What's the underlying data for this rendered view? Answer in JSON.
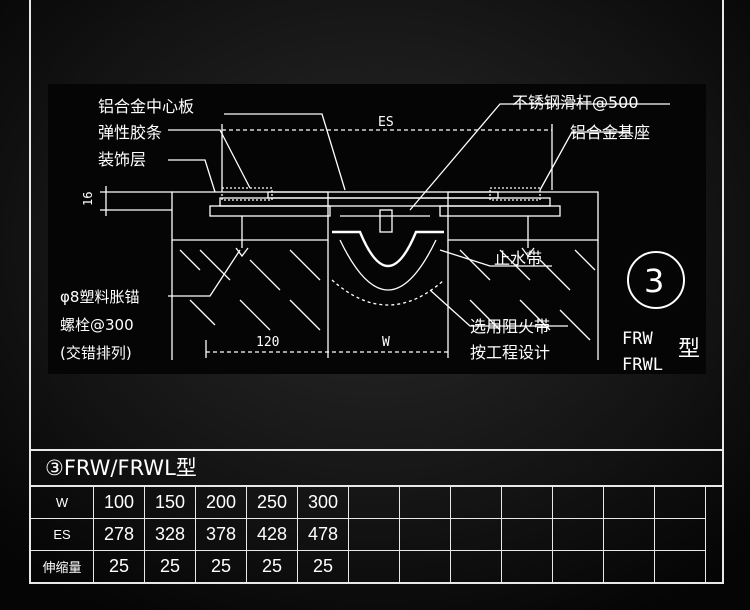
{
  "diagram": {
    "labels": {
      "center_plate": "铝合金中心板",
      "elastic_strip": "弹性胶条",
      "decor_layer": "装饰层",
      "slide_bar": "不锈钢滑杆@500",
      "base_seat": "铝合金基座",
      "water_stop": "止水带",
      "anchor_1": "φ8塑料胀锚",
      "anchor_2": "螺栓@300",
      "anchor_3": "(交错排列)",
      "fire_1": "选用阻火带",
      "fire_2": "按工程设计",
      "dim_es": "ES",
      "dim_16": "16",
      "dim_120": "120",
      "dim_w": "W",
      "type_number": "3",
      "type_line1": "FRW",
      "type_line2": "FRWL",
      "type_suffix": "型"
    }
  },
  "spec_table": {
    "title": "③FRW/FRWL型",
    "rows": [
      {
        "header": "W",
        "values": [
          "100",
          "150",
          "200",
          "250",
          "300"
        ]
      },
      {
        "header": "ES",
        "values": [
          "278",
          "328",
          "378",
          "428",
          "478"
        ]
      },
      {
        "header": "伸缩量",
        "values": [
          "25",
          "25",
          "25",
          "25",
          "25"
        ]
      }
    ]
  }
}
